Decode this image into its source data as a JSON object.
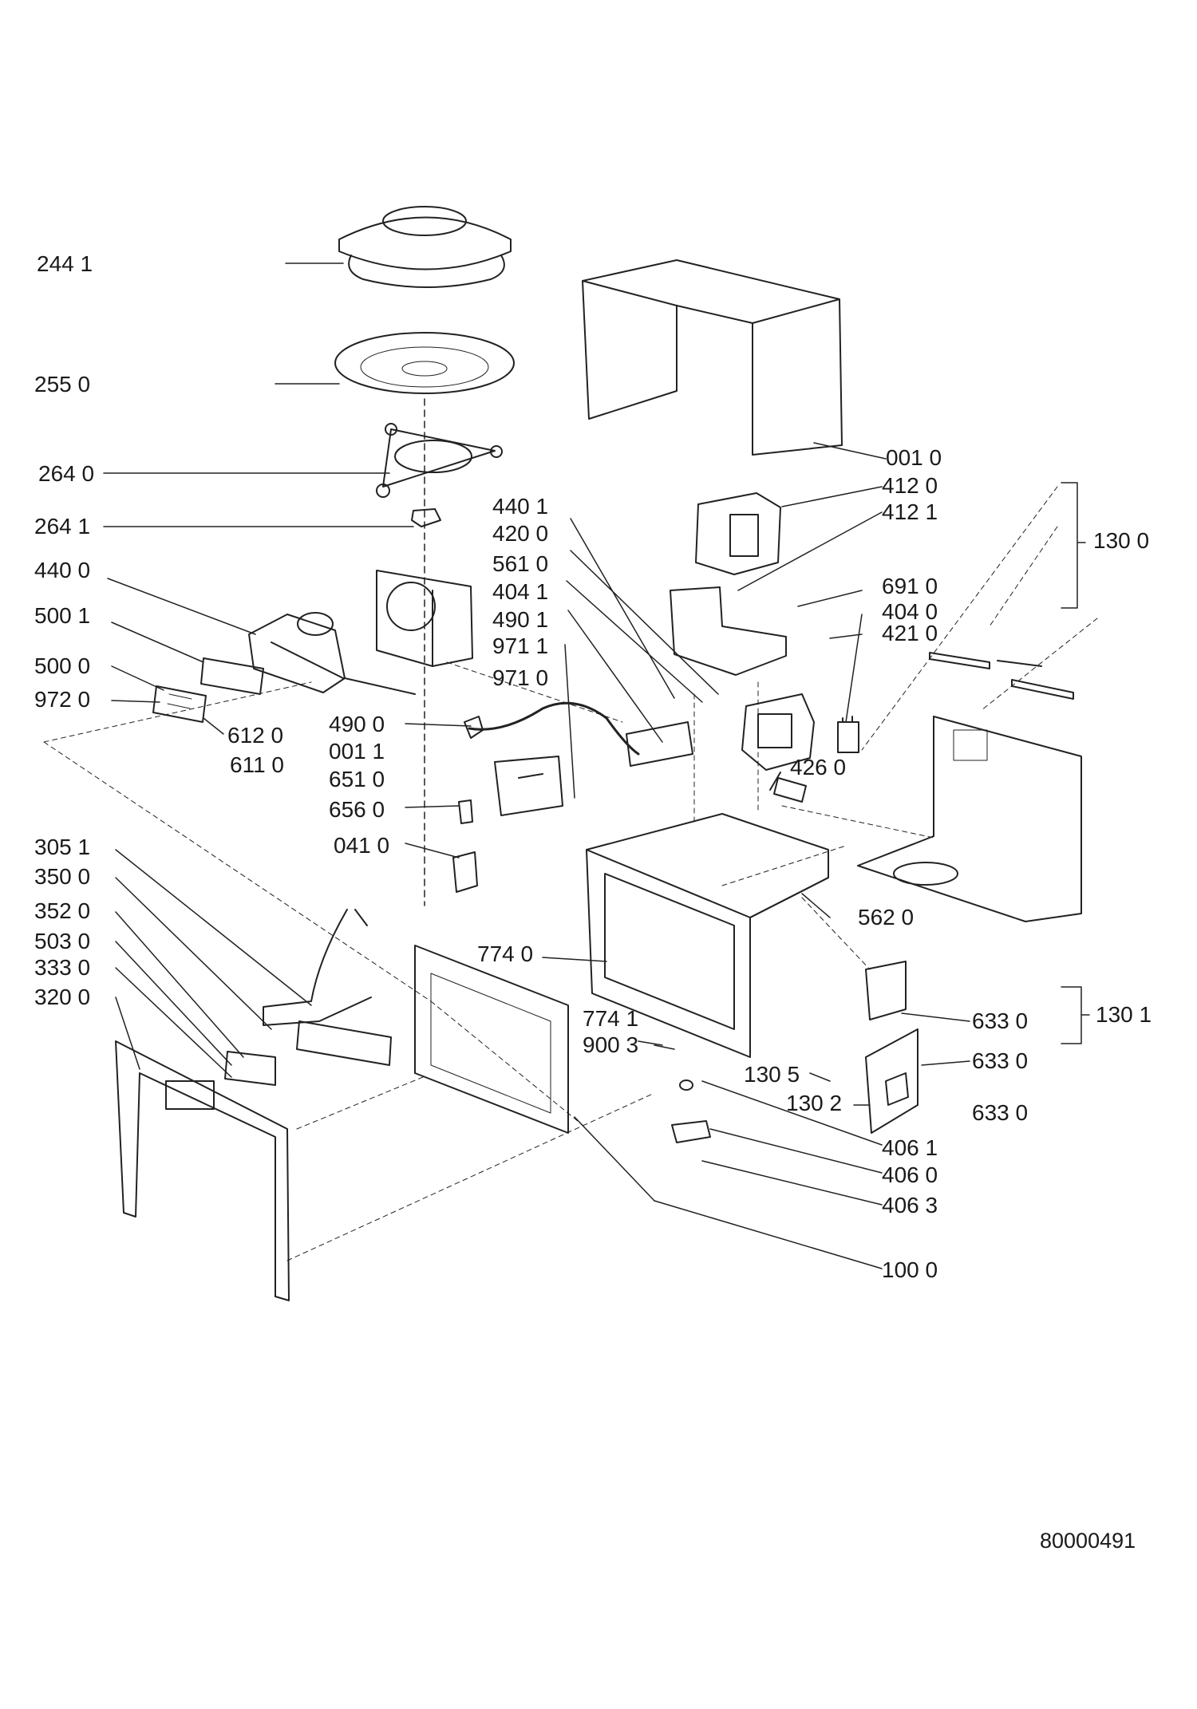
{
  "diagram": {
    "document_number": "80000491",
    "part_labels": [
      {
        "id": "p2441",
        "text": "244 1"
      },
      {
        "id": "p2550",
        "text": "255 0"
      },
      {
        "id": "p2640",
        "text": "264 0"
      },
      {
        "id": "p2641",
        "text": "264 1"
      },
      {
        "id": "p4400",
        "text": "440 0"
      },
      {
        "id": "p5001",
        "text": "500 1"
      },
      {
        "id": "p5000",
        "text": "500 0"
      },
      {
        "id": "p9720",
        "text": "972 0"
      },
      {
        "id": "p6120",
        "text": "612 0"
      },
      {
        "id": "p6110",
        "text": "611 0"
      },
      {
        "id": "p4401",
        "text": "440 1"
      },
      {
        "id": "p4200",
        "text": "420 0"
      },
      {
        "id": "p5610",
        "text": "561 0"
      },
      {
        "id": "p4041",
        "text": "404 1"
      },
      {
        "id": "p4901",
        "text": "490 1"
      },
      {
        "id": "p9711",
        "text": "971 1"
      },
      {
        "id": "p9710",
        "text": "971 0"
      },
      {
        "id": "p4900",
        "text": "490 0"
      },
      {
        "id": "p0011",
        "text": "001 1"
      },
      {
        "id": "p6510",
        "text": "651 0"
      },
      {
        "id": "p6560",
        "text": "656 0"
      },
      {
        "id": "p0410",
        "text": "041 0"
      },
      {
        "id": "p3051",
        "text": "305 1"
      },
      {
        "id": "p3500",
        "text": "350 0"
      },
      {
        "id": "p3520",
        "text": "352 0"
      },
      {
        "id": "p5030",
        "text": "503 0"
      },
      {
        "id": "p3330",
        "text": "333 0"
      },
      {
        "id": "p3200",
        "text": "320 0"
      },
      {
        "id": "p0010",
        "text": "001 0"
      },
      {
        "id": "p4120",
        "text": "412 0"
      },
      {
        "id": "p4121",
        "text": "412 1"
      },
      {
        "id": "p1300",
        "text": "130 0"
      },
      {
        "id": "p6910",
        "text": "691 0"
      },
      {
        "id": "p4040",
        "text": "404 0"
      },
      {
        "id": "p4210",
        "text": "421 0"
      },
      {
        "id": "p4260",
        "text": "426 0"
      },
      {
        "id": "p5620",
        "text": "562 0"
      },
      {
        "id": "p7740",
        "text": "774 0"
      },
      {
        "id": "p7741",
        "text": "774 1"
      },
      {
        "id": "p9003",
        "text": "900 3"
      },
      {
        "id": "p6330a",
        "text": "633 0"
      },
      {
        "id": "p1301",
        "text": "130 1"
      },
      {
        "id": "p6330b",
        "text": "633 0"
      },
      {
        "id": "p1305",
        "text": "130 5"
      },
      {
        "id": "p1302",
        "text": "130 2"
      },
      {
        "id": "p6330c",
        "text": "633 0"
      },
      {
        "id": "p4061",
        "text": "406 1"
      },
      {
        "id": "p4060",
        "text": "406 0"
      },
      {
        "id": "p4063",
        "text": "406 3"
      },
      {
        "id": "p1000",
        "text": "100 0"
      }
    ]
  }
}
